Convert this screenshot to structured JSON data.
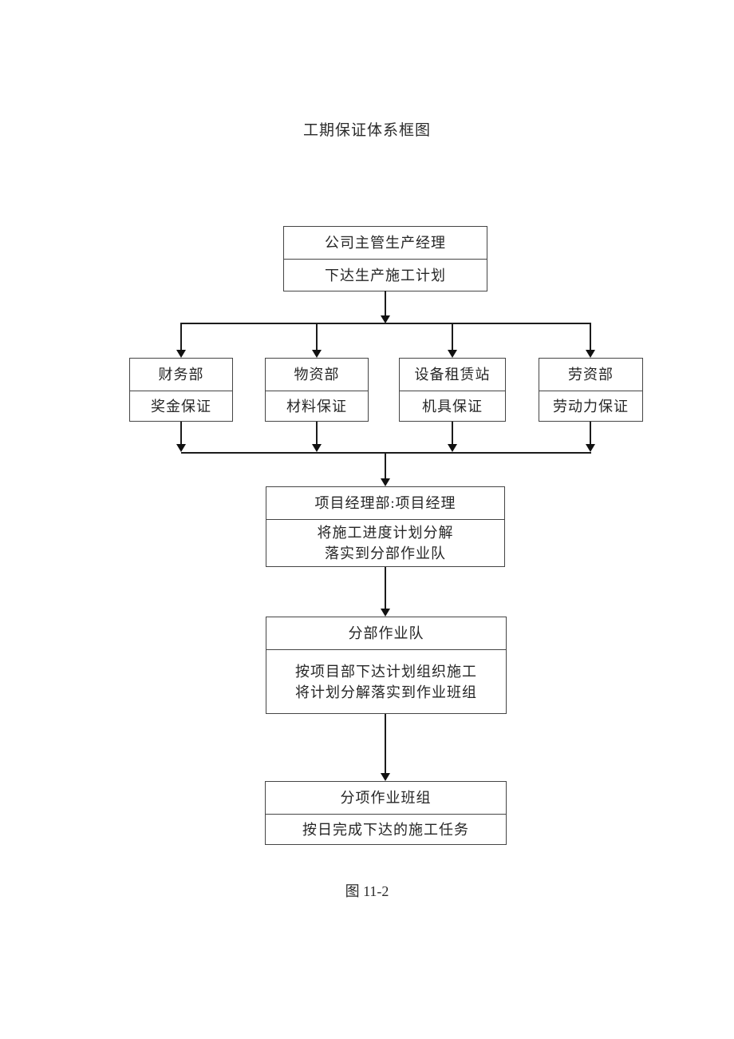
{
  "page": {
    "title": "工期保证体系框图",
    "caption": "图 11-2",
    "background_color": "#ffffff",
    "border_color": "#454545",
    "line_color": "#1c1c1c"
  },
  "flow": {
    "top": {
      "row1": "公司主管生产经理",
      "row2": "下达生产施工计划"
    },
    "departments": [
      {
        "name": "财务部",
        "guarantee": "奖金保证"
      },
      {
        "name": "物资部",
        "guarantee": "材料保证"
      },
      {
        "name": "设备租赁站",
        "guarantee": "机具保证"
      },
      {
        "name": "劳资部",
        "guarantee": "劳动力保证"
      }
    ],
    "project": {
      "row1": "项目经理部:项目经理",
      "row2_line1": "将施工进度计划分解",
      "row2_line2": "落实到分部作业队"
    },
    "division": {
      "row1": "分部作业队",
      "row2_line1": "按项目部下达计划组织施工",
      "row2_line2": "将计划分解落实到作业班组"
    },
    "team": {
      "row1": "分项作业班组",
      "row2": "按日完成下达的施工任务"
    }
  }
}
